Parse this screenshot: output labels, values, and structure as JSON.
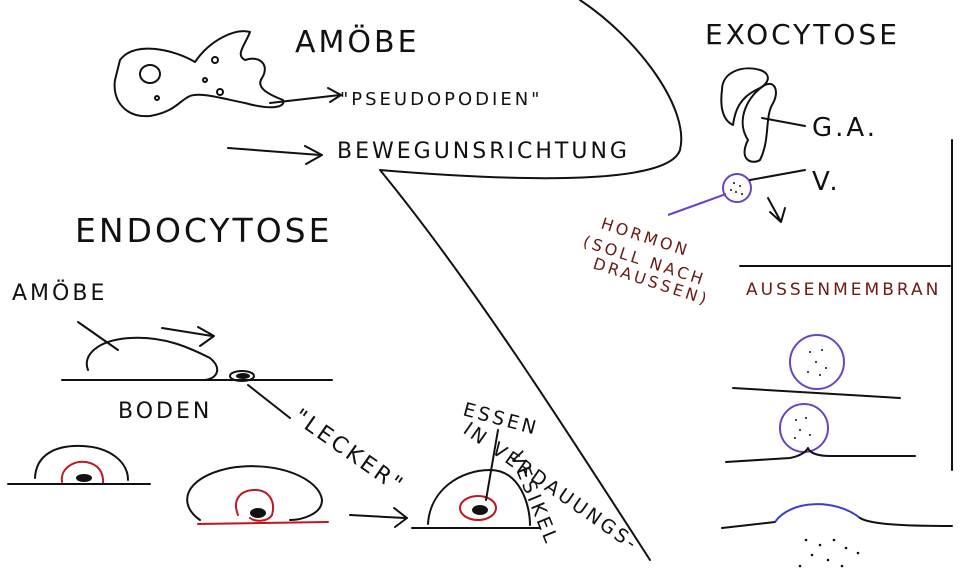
{
  "labels": {
    "amoebe_top": "AMÖBE",
    "pseudopodien": "\"PSEUDOPODIEN\"",
    "bewegungsrichtung": "BEWEGUNSRICHTUNG",
    "endocytose": "ENDOCYTOSE",
    "amoebe_left": "AMÖBE",
    "boden": "BODEN",
    "lecker": "\"LECKER\"",
    "essen_line1": "ESSEN",
    "essen_line2": "IN VERDAUUNGS-",
    "essen_line3": "VESIKEL",
    "exocytose": "EXOCYTOSE",
    "ga": "G.A.",
    "v": "V.",
    "hormon_line1": "HORMON",
    "hormon_line2": "(SOLL NACH",
    "hormon_line3": "DRAUSSEN)",
    "aussenmembran": "AUSSENMEMBRAN"
  },
  "colors": {
    "ink": "#111111",
    "red": "#c0161e",
    "purple": "#6b44c6",
    "blue": "#3a3fd0",
    "dark_red": "#6b1a14"
  }
}
